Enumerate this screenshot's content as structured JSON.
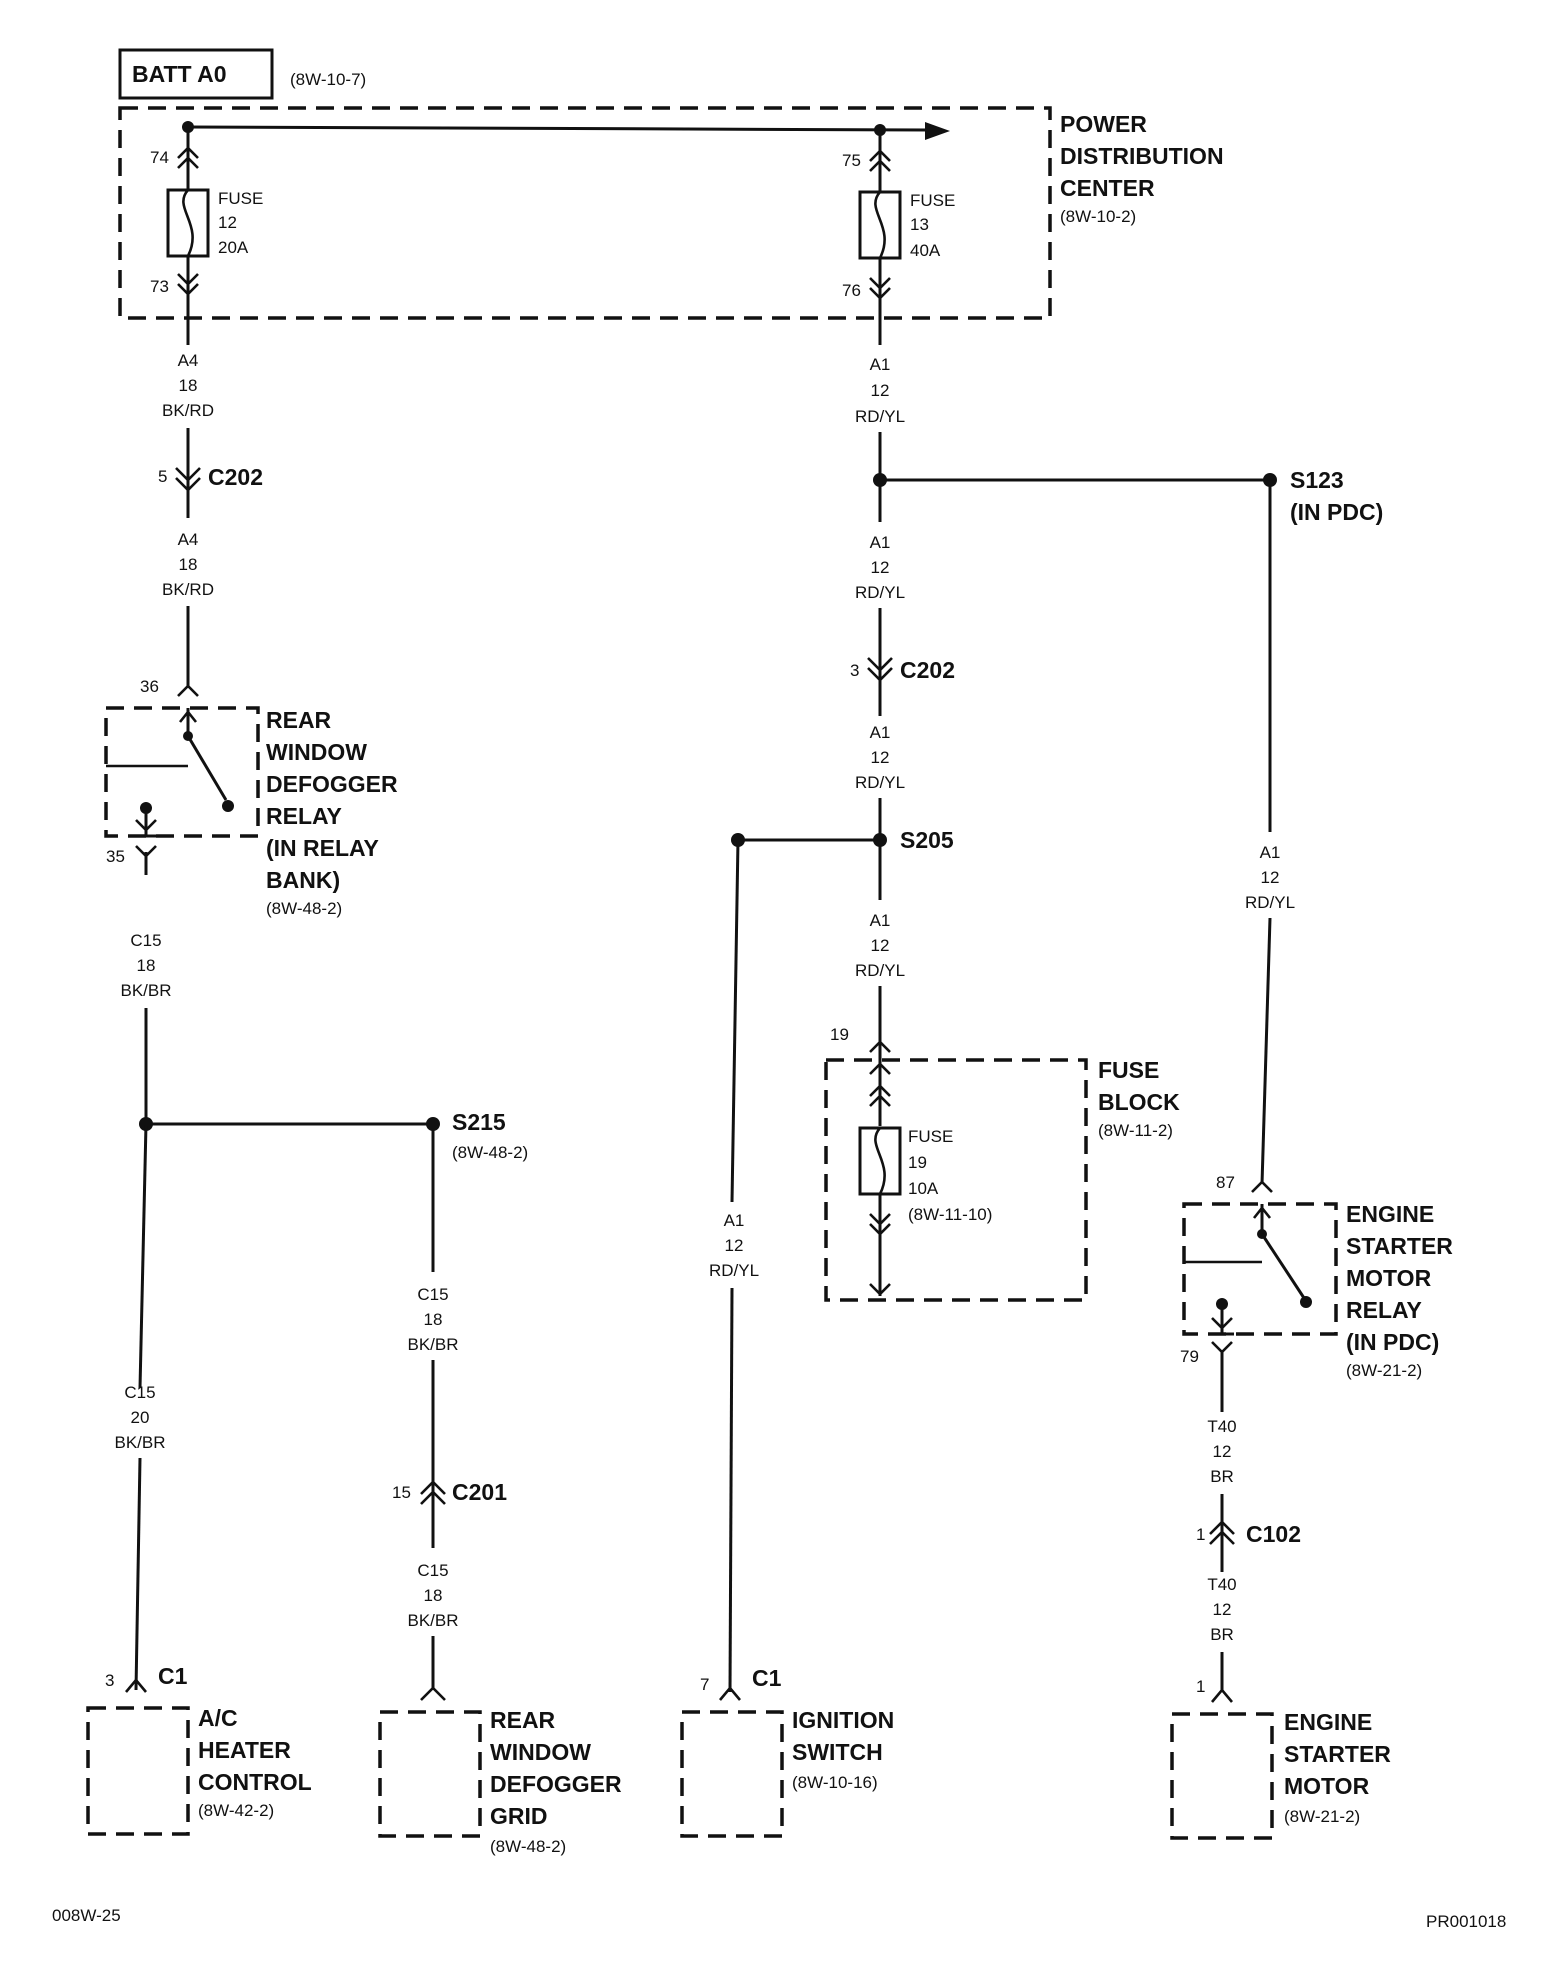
{
  "header": {
    "batt": "BATT A0",
    "batt_ref": "(8W-10-7)"
  },
  "pdc": {
    "l1": "POWER",
    "l2": "DISTRIBUTION",
    "l3": "CENTER",
    "ref": "(8W-10-2)"
  },
  "fuse12": {
    "l1": "FUSE",
    "l2": "12",
    "l3": "20A",
    "pin_top": "74",
    "pin_bot": "73"
  },
  "fuse13": {
    "l1": "FUSE",
    "l2": "13",
    "l3": "40A",
    "pin_top": "75",
    "pin_bot": "76"
  },
  "wires": {
    "a4": {
      "code": "A4",
      "gauge": "18",
      "color": "BK/RD"
    },
    "a1": {
      "code": "A1",
      "gauge": "12",
      "color": "RD/YL"
    },
    "c15_18": {
      "code": "C15",
      "gauge": "18",
      "color": "BK/BR"
    },
    "c15_20": {
      "code": "C15",
      "gauge": "20",
      "color": "BK/BR"
    },
    "t40": {
      "code": "T40",
      "gauge": "12",
      "color": "BR"
    }
  },
  "connectors": {
    "c202_left": {
      "name": "C202",
      "pin": "5"
    },
    "c202_mid": {
      "name": "C202",
      "pin": "3"
    },
    "c201": {
      "name": "C201",
      "pin": "15"
    },
    "c102": {
      "name": "C102",
      "pin": "1"
    },
    "c1_ac": {
      "name": "C1",
      "pin": "3"
    },
    "c1_ign": {
      "name": "C1",
      "pin": "7"
    },
    "starter_pin": "1"
  },
  "splices": {
    "s123": {
      "name": "S123",
      "sub": "(IN PDC)"
    },
    "s205": {
      "name": "S205"
    },
    "s215": {
      "name": "S215",
      "ref": "(8W-48-2)"
    }
  },
  "relay_rear": {
    "l1": "REAR",
    "l2": "WINDOW",
    "l3": "DEFOGGER",
    "l4": "RELAY",
    "l5": "(IN RELAY",
    "l6": "BANK)",
    "ref": "(8W-48-2)",
    "pin_top": "36",
    "pin_bot": "35"
  },
  "fuse_block": {
    "l1": "FUSE",
    "l2": "BLOCK",
    "ref": "(8W-11-2)",
    "pin": "19",
    "f1": "FUSE",
    "f2": "19",
    "f3": "10A",
    "f4": "(8W-11-10)"
  },
  "relay_starter": {
    "l1": "ENGINE",
    "l2": "STARTER",
    "l3": "MOTOR",
    "l4": "RELAY",
    "l5": "(IN PDC)",
    "ref": "(8W-21-2)",
    "pin_top": "87",
    "pin_bot": "79"
  },
  "ac_heater": {
    "l1": "A/C",
    "l2": "HEATER",
    "l3": "CONTROL",
    "ref": "(8W-42-2)"
  },
  "defog_grid": {
    "l1": "REAR",
    "l2": "WINDOW",
    "l3": "DEFOGGER",
    "l4": "GRID",
    "ref": "(8W-48-2)"
  },
  "ignition": {
    "l1": "IGNITION",
    "l2": "SWITCH",
    "ref": "(8W-10-16)"
  },
  "starter_motor": {
    "l1": "ENGINE",
    "l2": "STARTER",
    "l3": "MOTOR",
    "ref": "(8W-21-2)"
  },
  "footer": {
    "left": "008W-25",
    "right": "PR001018"
  }
}
